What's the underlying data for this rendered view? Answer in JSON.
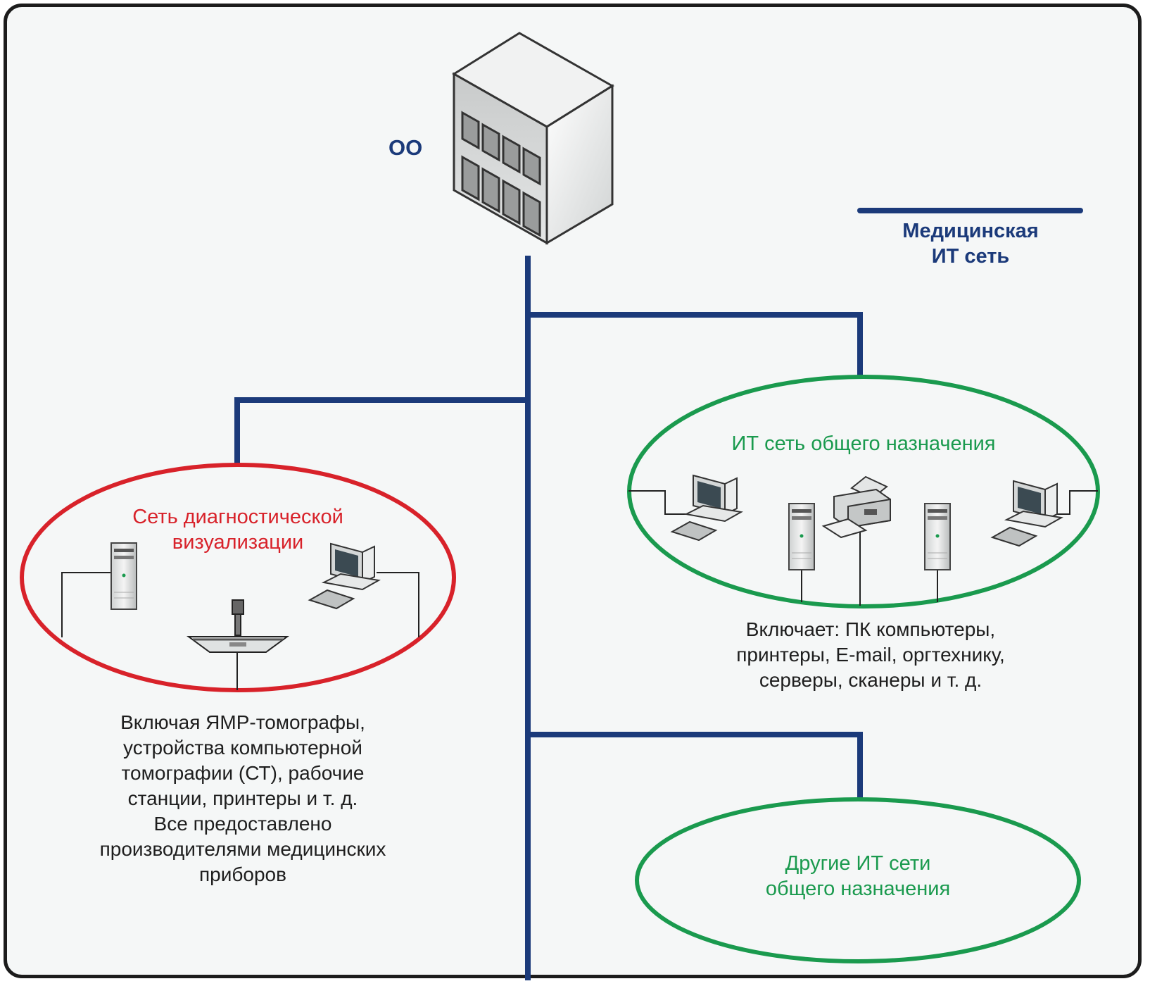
{
  "building": {
    "label": "ОО"
  },
  "legend": {
    "line1": "Медицинская",
    "line2": "ИТ сеть"
  },
  "diagnostic_network": {
    "title_line1": "Сеть диагностической",
    "title_line2": "визуализации",
    "description": [
      "Включая ЯМР-томографы,",
      "устройства компьютерной",
      "томографии (СТ), рабочие",
      "станции, принтеры и т. д.",
      "Все предоставлено",
      "производителями медицинских",
      "приборов"
    ]
  },
  "general_network": {
    "title": "ИТ сеть общего назначения",
    "description": [
      "Включает: ПК компьютеры,",
      "принтеры, E-mail, оргтехнику,",
      "серверы, сканеры и т. д."
    ]
  },
  "other_networks": {
    "title_line1": "Другие ИТ сети",
    "title_line2": "общего назначения"
  },
  "colors": {
    "network_line": "#1b3a7a",
    "diagnostic_ellipse": "#d8222a",
    "general_ellipse": "#1a9a4e",
    "frame": "#1c1c1c"
  }
}
